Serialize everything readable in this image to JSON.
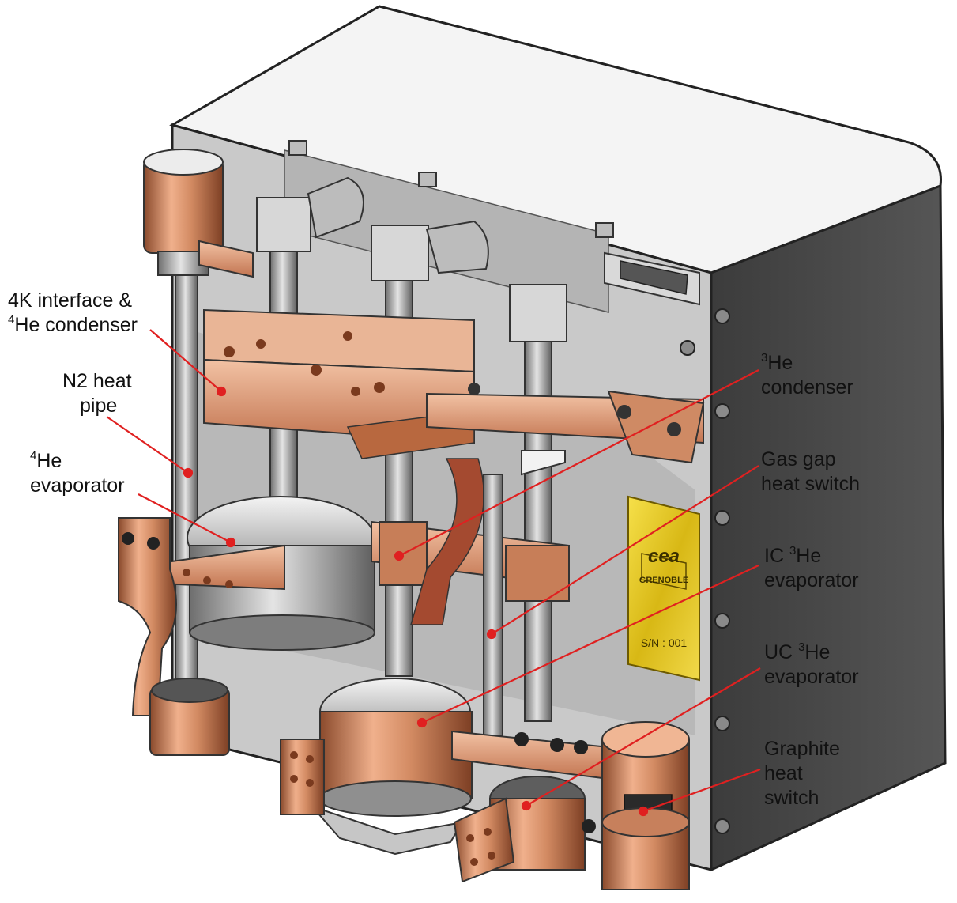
{
  "labels": [
    {
      "id": "4k-interface",
      "line1": "4K interface &",
      "sup": "4",
      "line2": "He condenser"
    },
    {
      "id": "n2-heat-pipe",
      "line1": "N2 heat",
      "line2": "pipe"
    },
    {
      "id": "4he-evaporator",
      "sup": "4",
      "line1": "He",
      "line2": "evaporator"
    },
    {
      "id": "3he-condenser",
      "sup": "3",
      "line1": "He",
      "line2": "condenser"
    },
    {
      "id": "gas-gap-heat-switch",
      "line1": "Gas gap",
      "line2": "heat switch"
    },
    {
      "id": "ic-3he-evaporator",
      "pre": "IC ",
      "sup": "3",
      "line1": "He",
      "line2": "evaporator"
    },
    {
      "id": "uc-3he-evaporator",
      "pre": "UC ",
      "sup": "3",
      "line1": "He",
      "line2": "evaporator"
    },
    {
      "id": "graphite-heat-switch",
      "line1": "Graphite",
      "line2": "heat",
      "line3": "switch"
    }
  ],
  "plate": {
    "logo": "cea",
    "city": "GRENOBLE",
    "serial": "S/N : 001"
  },
  "colors": {
    "leader": "#e02020",
    "copper": "#c87a52",
    "housing": "#4a4a4a",
    "steel": "#b9b9b9"
  }
}
